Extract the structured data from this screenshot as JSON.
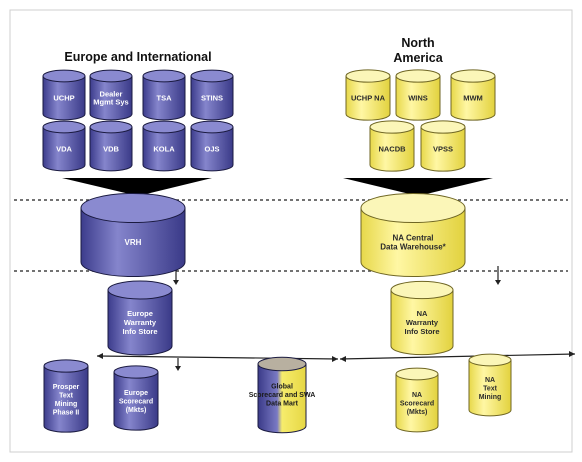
{
  "regions": {
    "europe": "Europe and International",
    "north_america": [
      "North",
      "America"
    ]
  },
  "europe_sources": [
    {
      "id": "uchp",
      "label": [
        "UCHP"
      ]
    },
    {
      "id": "dealer-mgmt-sys",
      "label": [
        "Dealer",
        "Mgmt Sys"
      ]
    },
    {
      "id": "tsa",
      "label": [
        "TSA"
      ]
    },
    {
      "id": "stins",
      "label": [
        "STINS"
      ]
    },
    {
      "id": "vda",
      "label": [
        "VDA"
      ]
    },
    {
      "id": "vdb",
      "label": [
        "VDB"
      ]
    },
    {
      "id": "kola",
      "label": [
        "KOLA"
      ]
    },
    {
      "id": "ojs",
      "label": [
        "OJS"
      ]
    }
  ],
  "na_sources": [
    {
      "id": "uchp-na",
      "label": [
        "UCHP NA"
      ]
    },
    {
      "id": "wins",
      "label": [
        "WINS"
      ]
    },
    {
      "id": "mwm",
      "label": [
        "MWM"
      ]
    },
    {
      "id": "nacdb",
      "label": [
        "NACDB"
      ]
    },
    {
      "id": "vpss",
      "label": [
        "VPSS"
      ]
    }
  ],
  "warehouses": {
    "vrh": [
      "VRH"
    ],
    "na_central": [
      "NA Central",
      "Data Warehouse*"
    ]
  },
  "marts": {
    "europe_warranty": [
      "Europe",
      "Warranty",
      "Info Store"
    ],
    "na_warranty": [
      "NA",
      "Warranty",
      "Info Store"
    ],
    "prosper": [
      "Prosper",
      "Text",
      "Mining",
      "Phase II"
    ],
    "europe_scorecard": [
      "Europe",
      "Scorecard",
      "(Mkts)"
    ],
    "global_scorecard": [
      "Global",
      "Scorecard and SWA",
      "Data Mart"
    ],
    "na_scorecard": [
      "NA",
      "Scorecard",
      "(Mkts)"
    ],
    "na_text_mining": [
      "NA",
      "Text",
      "Mining"
    ]
  },
  "colors": {
    "europe_fill": "#5a5aa8",
    "europe_top": "#8a8ad0",
    "na_fill": "#f3e96a",
    "na_top": "#fbf6b8",
    "outline": "#1a1a40",
    "divider": "#444444",
    "funnel": "#000000"
  }
}
